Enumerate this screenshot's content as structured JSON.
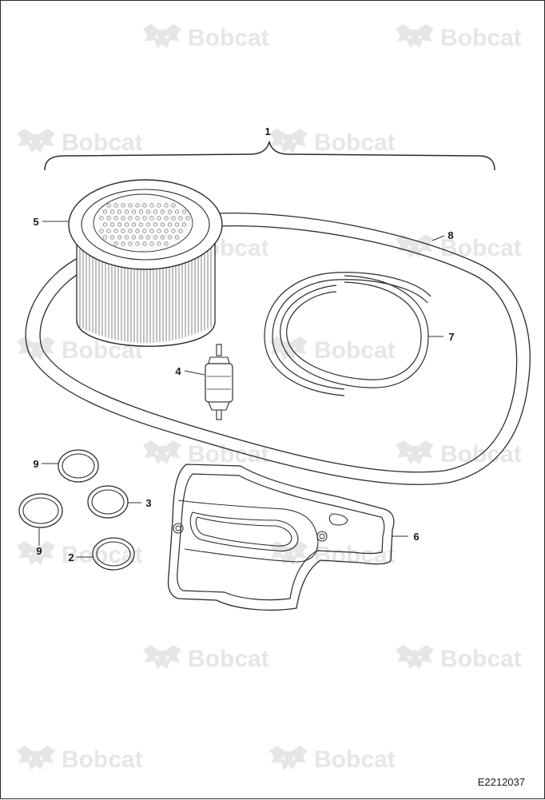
{
  "watermark": {
    "text": "Bobcat",
    "mark": "bobcat-head-logo"
  },
  "callouts": {
    "c1": "1",
    "c2": "2",
    "c3": "3",
    "c4": "4",
    "c5": "5",
    "c6": "6",
    "c7": "7",
    "c8": "8",
    "c9a": "9",
    "c9b": "9"
  },
  "drawing_id": "E2212037",
  "colors": {
    "line": "#2b2b2b",
    "watermark": "#e6e6e6",
    "background": "#ffffff"
  }
}
